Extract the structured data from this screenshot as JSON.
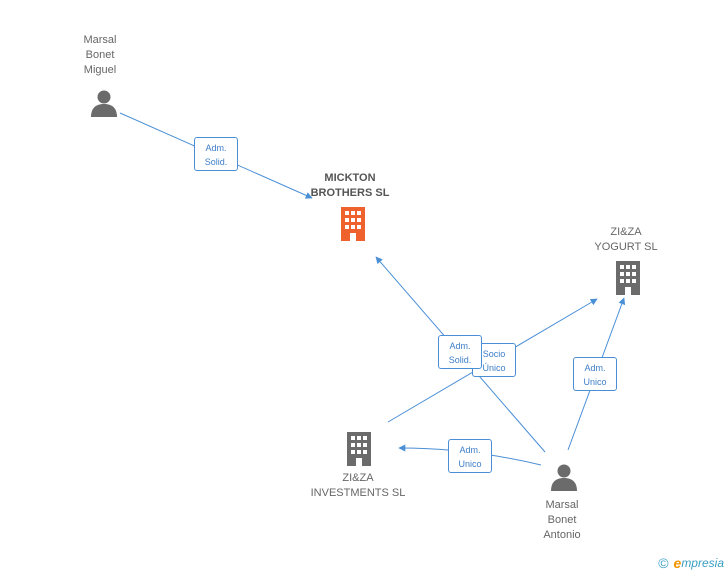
{
  "nodes": {
    "marsal_miguel": {
      "label": "Marsal\nBonet\nMiguel",
      "type": "person"
    },
    "mickton": {
      "label": "MICKTON\nBROTHERS SL",
      "type": "company-main"
    },
    "zizayogurt": {
      "label": "ZI&ZA\nYOGURT SL",
      "type": "company"
    },
    "zizainvest": {
      "label": "ZI&ZA\nINVESTMENTS SL",
      "type": "company"
    },
    "marsal_antonio": {
      "label": "Marsal\nBonet\nAntonio",
      "type": "person"
    }
  },
  "edges": {
    "e1": {
      "label": "Adm.\nSolid."
    },
    "e2": {
      "label": "Adm.\nSolid."
    },
    "e3": {
      "label": "Socio\nÚnico"
    },
    "e4": {
      "label": "Adm.\nUnico"
    },
    "e5": {
      "label": "Adm.\nUnico"
    }
  },
  "colors": {
    "edge": "#4a8fd6",
    "company": "#6b6b6b",
    "company_main": "#f0622d",
    "person": "#6b6b6b"
  },
  "footer": {
    "copyright": "©",
    "brand_e": "e",
    "brand_rest": "mpresia"
  }
}
